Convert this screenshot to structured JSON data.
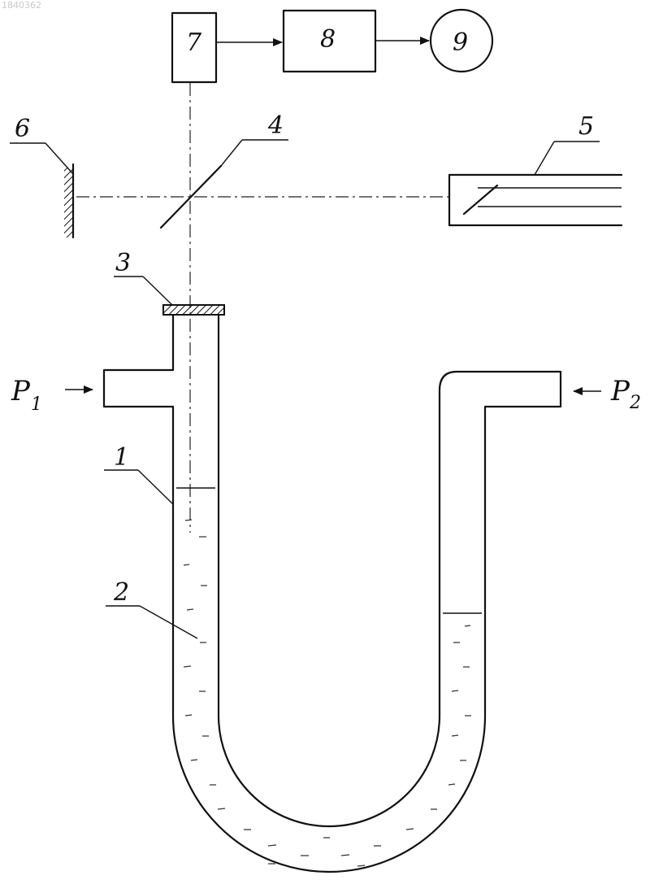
{
  "watermark": "1840362",
  "labels": {
    "tube": "1",
    "liquid": "2",
    "window": "3",
    "beam_splitter": "4",
    "laser": "5",
    "mirror": "6",
    "detector": "7",
    "processor": "8",
    "indicator": "9"
  },
  "pressures": {
    "p1_symbol": "P",
    "p1_sub": "1",
    "p2_symbol": "P",
    "p2_sub": "2"
  }
}
